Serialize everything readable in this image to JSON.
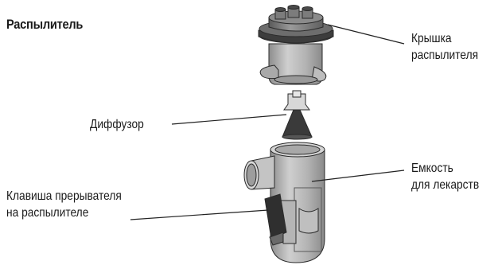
{
  "title": "Распылитель",
  "labels": {
    "cap": [
      "Крышка",
      "распылителя"
    ],
    "diffuser": "Диффузор",
    "container": [
      "Емкость",
      "для лекарств"
    ],
    "interrupter": [
      "Клавиша прерывателя",
      "на распылителе"
    ]
  }
}
